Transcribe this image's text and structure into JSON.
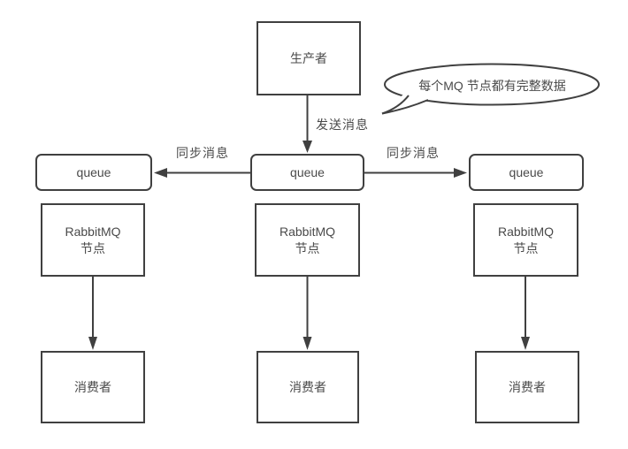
{
  "colors": {
    "background": "#ffffff",
    "stroke": "#404040",
    "text": "#4a4a4a"
  },
  "diagram": {
    "producer_label": "生产者",
    "callout_text": "每个MQ 节点都有完整数据",
    "send_message_label": "发送消息",
    "sync_message_left_label": "同步消息",
    "sync_message_right_label": "同步消息",
    "queue_labels": [
      "queue",
      "queue",
      "queue"
    ],
    "node_labels": [
      "RabbitMQ\n节点",
      "RabbitMQ\n节点",
      "RabbitMQ\n节点"
    ],
    "consumer_labels": [
      "消费者",
      "消费者",
      "消费者"
    ]
  }
}
